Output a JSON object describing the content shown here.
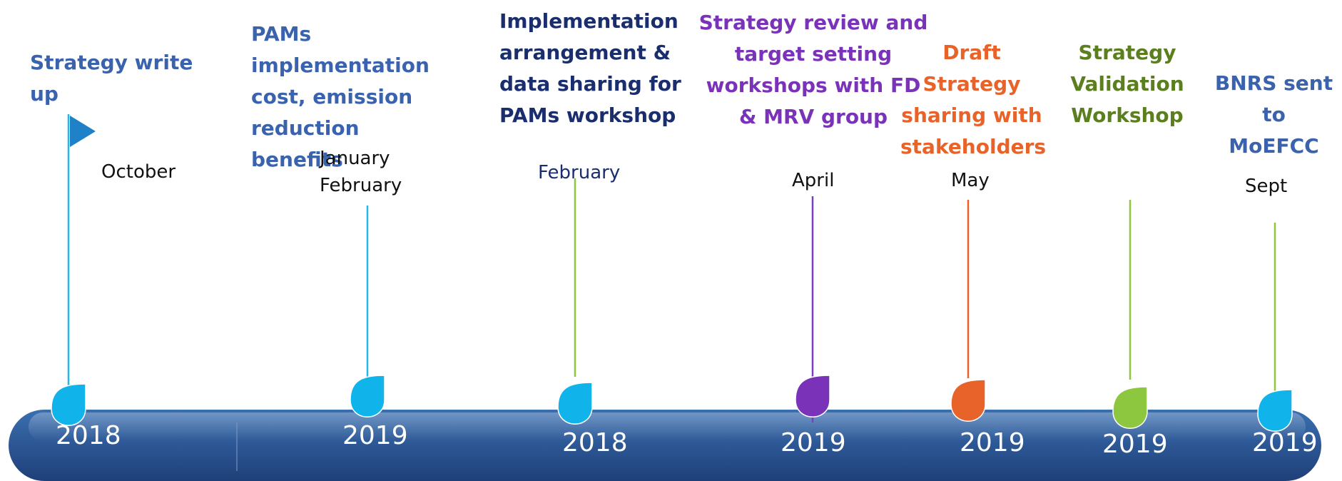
{
  "colors": {
    "bar_top": "#3a6fb0",
    "bar_bottom": "#1f3f78",
    "blue_title": "#3b63ad",
    "navy_title": "#1a2e6e",
    "purple": "#7a33b8",
    "orange": "#e8632a",
    "green": "#5b7f1e",
    "cyan_marker": "#10b4ea",
    "cyan_line": "#23b7ea",
    "green_line": "#8dc63f",
    "purple_line": "#7a3fbf",
    "orange_line": "#e8632a"
  },
  "milestones": [
    {
      "title_lines": [
        "Strategy write",
        "up"
      ],
      "month_lines": [
        "October"
      ],
      "year": "2018",
      "marker_color": "cyan",
      "line_color": "cyan",
      "title_color": "blue",
      "has_flag": true
    },
    {
      "title_lines": [
        "PAMs",
        "implementation",
        "cost, emission",
        "reduction benefits"
      ],
      "month_lines": [
        "January",
        "February"
      ],
      "year": "2019",
      "marker_color": "cyan",
      "line_color": "cyan",
      "title_color": "blue",
      "has_flag": false
    },
    {
      "title_lines": [
        "Implementation",
        "arrangement &",
        "data sharing for",
        "PAMs workshop"
      ],
      "month_lines": [
        "February"
      ],
      "year": "2018",
      "marker_color": "cyan",
      "line_color": "green",
      "title_color": "navy",
      "has_flag": false
    },
    {
      "title_lines": [
        "Strategy review and",
        "target setting",
        "workshops with FD",
        "& MRV group"
      ],
      "month_lines": [
        "April"
      ],
      "year": "2019",
      "marker_color": "purple",
      "line_color": "purple",
      "title_color": "purple",
      "has_flag": false
    },
    {
      "title_lines": [
        "Draft Strategy",
        "sharing with",
        "stakeholders"
      ],
      "month_lines": [
        "May"
      ],
      "year": "2019",
      "marker_color": "orange",
      "line_color": "orange",
      "title_color": "orange",
      "has_flag": false
    },
    {
      "title_lines": [
        "Strategy",
        "Validation",
        "Workshop"
      ],
      "month_lines": [],
      "year": "2019",
      "marker_color": "green",
      "line_color": "green",
      "title_color": "green",
      "has_flag": false
    },
    {
      "title_lines": [
        "BNRS sent to",
        "MoEFCC"
      ],
      "month_lines": [
        "Sept"
      ],
      "year": "2019",
      "marker_color": "cyan",
      "line_color": "green",
      "title_color": "blue",
      "has_flag": false
    }
  ]
}
